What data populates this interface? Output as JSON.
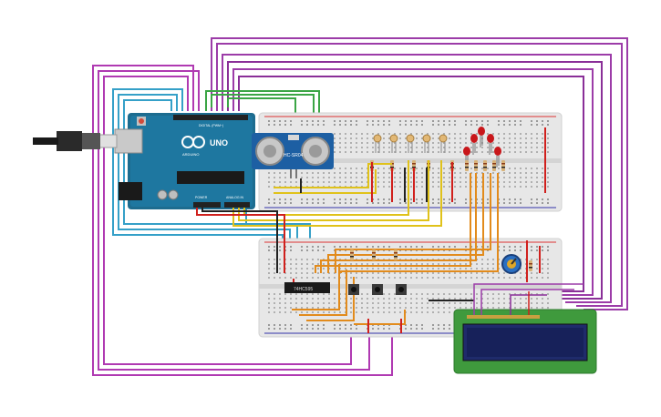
{
  "arduino": {
    "brand_text": "UNO",
    "logo_text": "ARDUINO",
    "digital_label": "DIGITAL (PWM~)",
    "analog_label": "ANALOG IN",
    "power_label": "POWER",
    "board_color": "#1d6c8f",
    "pin_header_color": "#222222"
  },
  "ultrasonic": {
    "label": "HC-SR04",
    "body_color": "#1d5fa3"
  },
  "shift_register": {
    "label": "74HC595"
  },
  "lcd": {
    "board_color": "#3f9a3d",
    "screen_color": "#1f2b6b"
  },
  "colors": {
    "breadboard": "#e7e7e7",
    "wire_purple": "#9c3ca8",
    "wire_magenta": "#b03ab2",
    "wire_cyan": "#35a0c8",
    "wire_green": "#3ba545",
    "wire_yellow": "#e0c21a",
    "wire_orange": "#e28b1c",
    "wire_red": "#d0201d",
    "wire_black": "#222222",
    "led_red": "#c8161a",
    "potentiometer": "#2a6fc2"
  },
  "counts": {
    "leds": 5,
    "photoresistors": 5,
    "push_buttons": 3
  }
}
